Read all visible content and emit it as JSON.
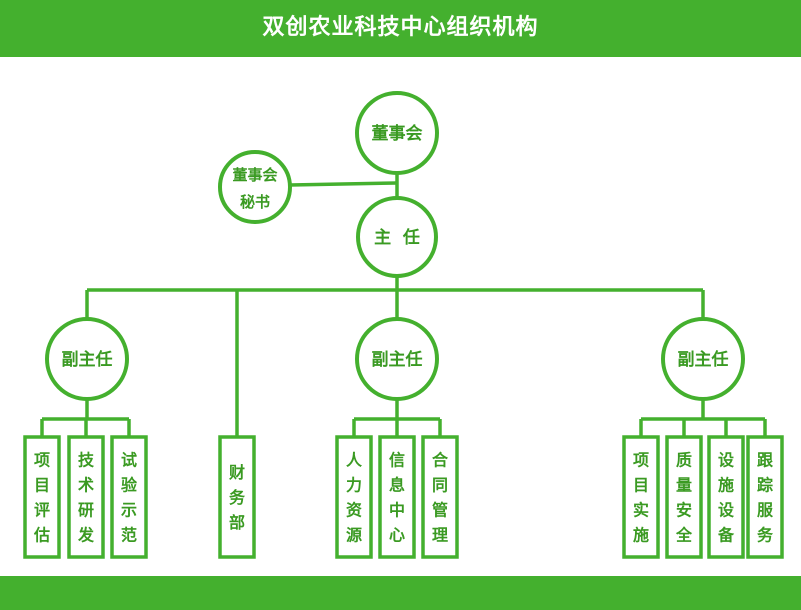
{
  "header": {
    "title": "双创农业科技中心组织机构"
  },
  "nodes": {
    "board": "董事会",
    "secretary": [
      "董事会",
      "秘书"
    ],
    "director": "主  任",
    "deputy_left": "副主任",
    "deputy_center": "副主任",
    "deputy_right": "副主任"
  },
  "departments": [
    {
      "id": "project-eval",
      "chars": [
        "项",
        "目",
        "评",
        "估"
      ]
    },
    {
      "id": "tech-rd",
      "chars": [
        "技",
        "术",
        "研",
        "发"
      ]
    },
    {
      "id": "pilot-demo",
      "chars": [
        "试",
        "验",
        "示",
        "范"
      ]
    },
    {
      "id": "finance",
      "chars": [
        "财",
        "务",
        "部"
      ]
    },
    {
      "id": "hr",
      "chars": [
        "人",
        "力",
        "资",
        "源"
      ]
    },
    {
      "id": "info-center",
      "chars": [
        "信",
        "息",
        "中",
        "心"
      ]
    },
    {
      "id": "contract-mgmt",
      "chars": [
        "合",
        "同",
        "管",
        "理"
      ]
    },
    {
      "id": "project-impl",
      "chars": [
        "项",
        "目",
        "实",
        "施"
      ]
    },
    {
      "id": "quality-safety",
      "chars": [
        "质",
        "量",
        "安",
        "全"
      ]
    },
    {
      "id": "facility-equip",
      "chars": [
        "设",
        "施",
        "设",
        "备"
      ]
    },
    {
      "id": "tracking-service",
      "chars": [
        "跟",
        "踪",
        "服",
        "务"
      ]
    }
  ],
  "colors": {
    "primary": "#44b02e",
    "text": "#3a9a22",
    "background": "#ffffff"
  }
}
